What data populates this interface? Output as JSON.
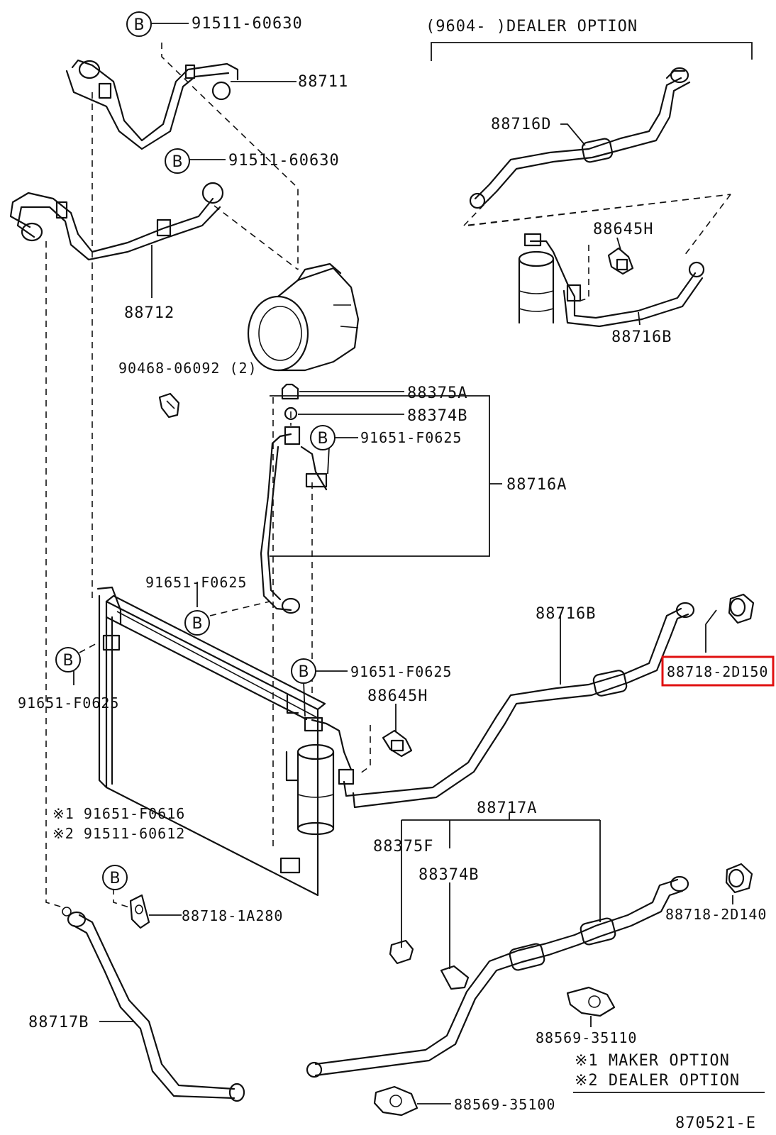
{
  "header": {
    "text": "(9604-     )DEALER OPTION"
  },
  "bolt_symbol": "B",
  "labels": {
    "p91511_60630_top": "91511-60630",
    "p88711": "88711",
    "p91511_60630_mid": "91511-60630",
    "p88712": "88712",
    "p90468": "90468-06092 (2)",
    "p88716D": "88716D",
    "p88645H_opt": "88645H",
    "p88716B_opt": "88716B",
    "p88375A": "88375A",
    "p88374B_top": "88374B",
    "p91651_F0625_a": "91651-F0625",
    "p88716A": "88716A",
    "p91651_F0625_b": "91651-F0625",
    "p91651_F0625_c": "91651-F0625",
    "p91651_F0625_d": "91651-F0625",
    "p88716B": "88716B",
    "p88718_2D150": "88718-2D150",
    "p88645H": "88645H",
    "p88717A": "88717A",
    "p88375F": "88375F",
    "p88374B": "88374B",
    "note1": "※1 91651-F0616",
    "note2": "※2 91511-60612",
    "p88718_1A280": "88718-1A280",
    "p88718_2D140": "88718-2D140",
    "p88717B": "88717B",
    "p88569_35110": "88569-35110",
    "p88569_35100": "88569-35100"
  },
  "legend": {
    "maker": "※1 MAKER OPTION",
    "dealer": "※2 DEALER OPTION"
  },
  "figure_id": "870521-E",
  "highlight": {
    "target": "88718-2D150",
    "color": "#e01010"
  }
}
